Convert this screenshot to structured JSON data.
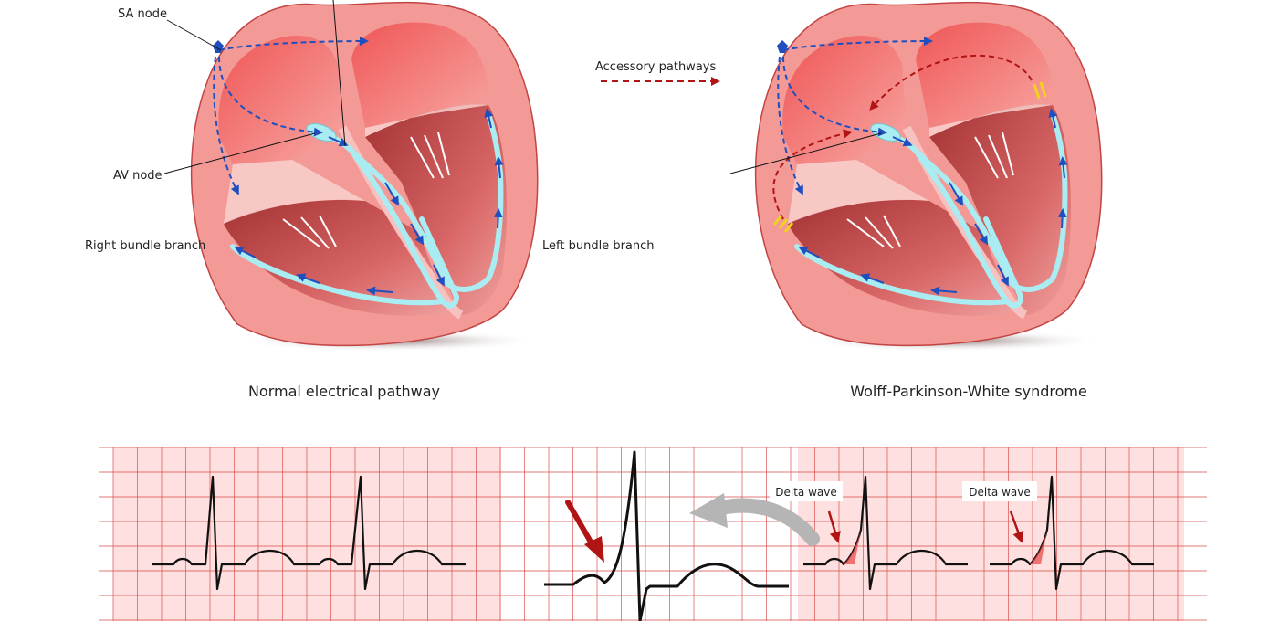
{
  "labels": {
    "sa_node": "SA node",
    "av_node": "AV node",
    "right_bundle_branch": "Right bundle branch",
    "left_bundle_branch": "Left bundle branch",
    "accessory_pathways": "Accessory pathways",
    "normal_title": "Normal electrical pathway",
    "wpw_title": "Wolff-Parkinson-White syndrome",
    "delta_wave_1": "Delta wave",
    "delta_wave_2": "Delta wave"
  },
  "colors": {
    "grid_fill": "#fde0df",
    "grid_line": "#d94a4a",
    "heart_outer": "#f39a96",
    "heart_inner": "#e8504f",
    "conduction": "#a9ecf2",
    "impulse_arrow": "#1f4fbf",
    "accessory_arrow": "#b01414",
    "delta_arrow": "#b01414",
    "accessory_marker": "#f2d21b",
    "ecg_trace": "#111111",
    "curved_arrow": "#b5b5b5"
  }
}
